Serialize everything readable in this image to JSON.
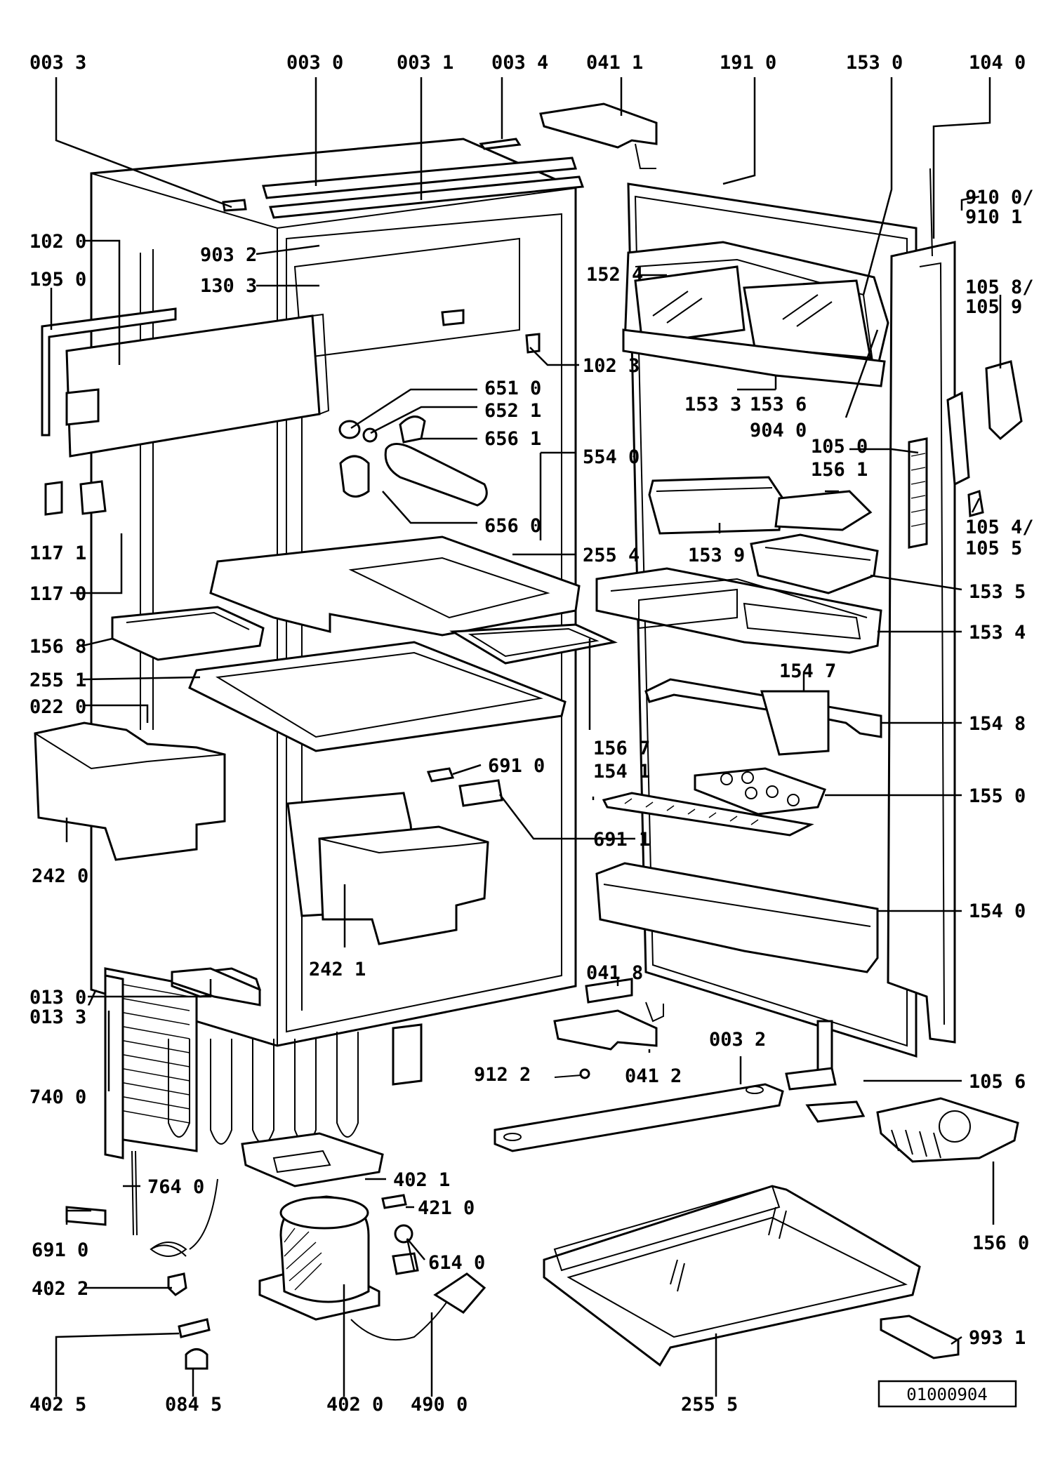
{
  "part_labels": {
    "p0033": "003 3",
    "p0030": "003 0",
    "p0031": "003 1",
    "p0034": "003 4",
    "p0411": "041 1",
    "p1910": "191 0",
    "p1530": "153 0",
    "p1040": "104 0",
    "p9100a": "910 0/",
    "p9100b": "910 1",
    "p1020": "102 0",
    "p9032": "903 2",
    "p1303": "130 3",
    "p1950": "195 0",
    "p1524": "152 4",
    "p1058a": "105 8/",
    "p1058b": "105 9",
    "p1023": "102 3",
    "p6510": "651 0",
    "p6521": "652 1",
    "p6561": "656 1",
    "p1533": "153 3",
    "p1536": "153 6",
    "p9040": "904 0",
    "p1050": "105 0",
    "p1561": "156 1",
    "p5540": "554 0",
    "p6560": "656 0",
    "p1171": "117 1",
    "p1054a": "105 4/",
    "p1054b": "105 5",
    "p1539": "153 9",
    "p2554": "255 4",
    "p1170": "117 0",
    "p1535": "153 5",
    "p1568": "156 8",
    "p1534": "153 4",
    "p2551": "255 1",
    "p1547": "154 7",
    "p0220": "022 0",
    "p1548": "154 8",
    "p1567": "156 7",
    "p6910": "691 0",
    "p1541": "154 1",
    "p1550": "155 0",
    "p6911": "691 1",
    "p2420": "242 0",
    "p1540": "154 0",
    "p0418": "041 8",
    "p2421": "242 1",
    "p0130a": "013 0/",
    "p0130b": "013 3",
    "p0032": "003 2",
    "p9122": "912 2",
    "p0412": "041 2",
    "p1056": "105 6",
    "p7400": "740 0",
    "p4021": "402 1",
    "p7640": "764 0",
    "p4210": "421 0",
    "p1560": "156 0",
    "p6910b": "691 0",
    "p6140": "614 0",
    "p4022": "402 2",
    "p9931": "993 1",
    "p4025": "402 5",
    "p0845": "084 5",
    "p4020": "402 0",
    "p4900": "490 0",
    "p2555": "255 5"
  },
  "drawing_number": "01000904"
}
